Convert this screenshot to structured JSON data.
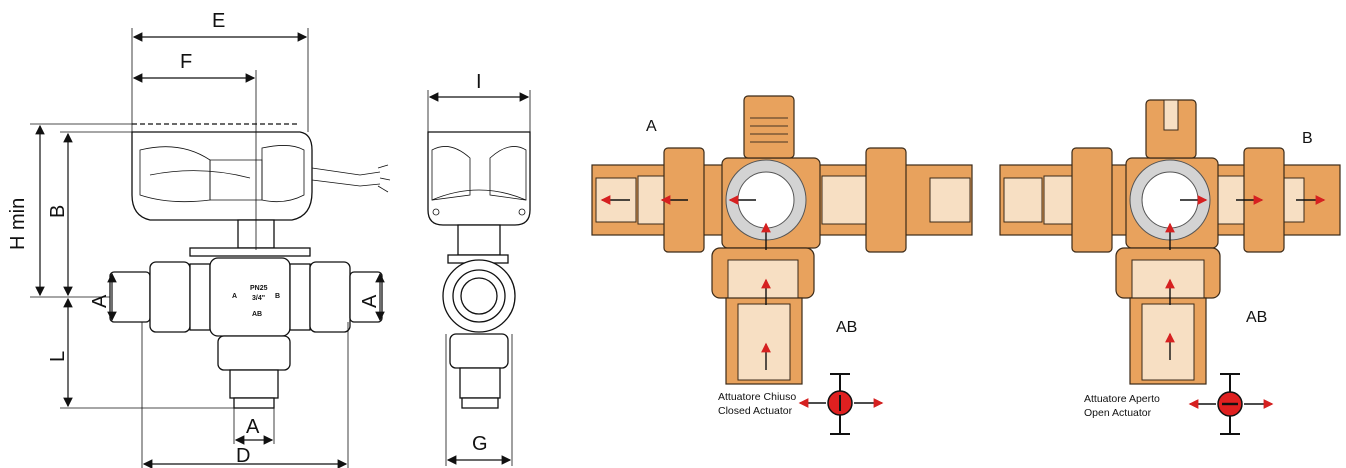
{
  "dimensions": {
    "E": "E",
    "F": "F",
    "I": "I",
    "H_min": "H min",
    "B": "B",
    "A_left": "A",
    "A_right": "A",
    "L": "L",
    "A_bottom": "A",
    "D": "D",
    "G": "G"
  },
  "valve_label": {
    "size_top": "PN25",
    "size": "3/4\"",
    "port_a": "A",
    "port_b": "B",
    "port_ab": "AB"
  },
  "closed_section": {
    "port_a": "A",
    "port_ab": "AB",
    "caption_line1": "Attuatore Chiuso",
    "caption_line2": "Closed Actuator"
  },
  "open_section": {
    "port_b": "B",
    "port_ab": "AB",
    "caption_line1": "Attuatore Aperto",
    "caption_line2": "Open Actuator"
  },
  "colors": {
    "brass": "#e8a25d",
    "brass_light": "#f7dfc3",
    "ball": "#d3d3d3",
    "indicator": "#e02020"
  }
}
